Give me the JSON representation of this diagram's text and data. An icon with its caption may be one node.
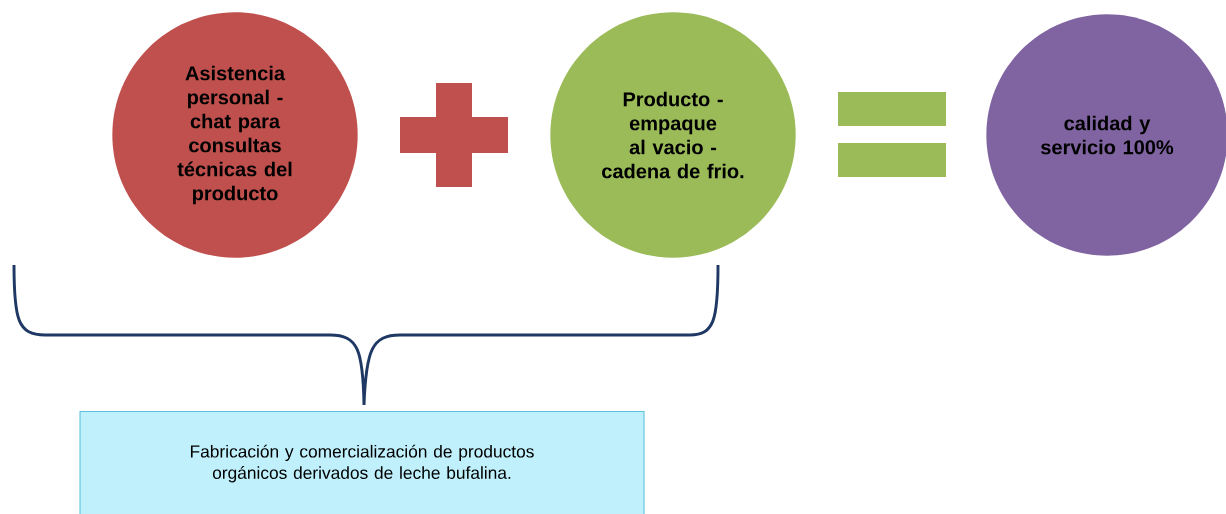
{
  "diagram": {
    "nodes": [
      {
        "text": [
          "Asistencia personal  - chat  para consultas técnicas del producto"
        ]
      },
      {
        "text": [
          "Producto - empaque al vacio - cadena de frio."
        ]
      },
      {
        "text": [
          "calidad y servicio 100%"
        ]
      },
      {
        "text": [
          "Fabricación y comercialización de productos orgánicos derivados de leche bufalina."
        ]
      }
    ]
  }
}
